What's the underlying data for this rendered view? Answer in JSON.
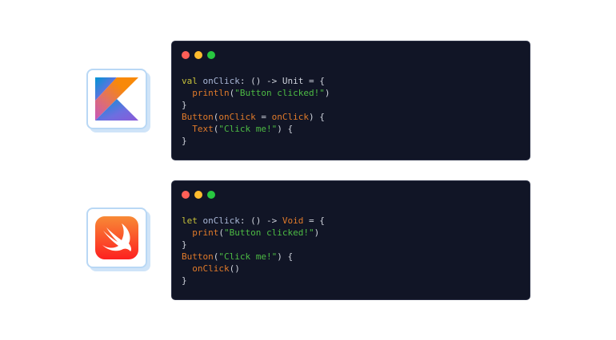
{
  "colors": {
    "background": "#ffffff",
    "panel_bg": "#111526",
    "dot_red": "#ff5f57",
    "dot_yellow": "#febc2e",
    "dot_green": "#28c840",
    "keyword": "#c7c23a",
    "identifier": "#a9b7d6",
    "function": "#e07a2a",
    "string": "#4dbb44"
  },
  "logos": [
    {
      "name": "kotlin-logo",
      "icon": "kotlin-icon"
    },
    {
      "name": "swift-logo",
      "icon": "swift-icon"
    }
  ],
  "kotlin": {
    "lines": [
      {
        "t": [
          "val",
          " ",
          "onClick",
          ": () -> ",
          "Unit",
          " = {"
        ]
      },
      {
        "t": [
          "  ",
          "println",
          "(",
          "\"Button clicked!\"",
          ")"
        ]
      },
      {
        "t": [
          "}"
        ]
      },
      {
        "t": [
          "Button",
          "(",
          "onClick",
          " = ",
          "onClick",
          ") {"
        ]
      },
      {
        "t": [
          "  ",
          "Text",
          "(",
          "\"Click me!\"",
          ") {"
        ]
      },
      {
        "t": [
          "}"
        ]
      }
    ]
  },
  "swift": {
    "lines": [
      {
        "t": [
          "let",
          " ",
          "onClick",
          ": () -> ",
          "Void",
          " = {"
        ]
      },
      {
        "t": [
          "  ",
          "print",
          "(",
          "\"Button clicked!\"",
          ")"
        ]
      },
      {
        "t": [
          "}"
        ]
      },
      {
        "t": [
          "Button",
          "(",
          "\"Click me!\"",
          ") {"
        ]
      },
      {
        "t": [
          "  ",
          "onClick",
          "()"
        ]
      },
      {
        "t": [
          "}"
        ]
      }
    ]
  }
}
